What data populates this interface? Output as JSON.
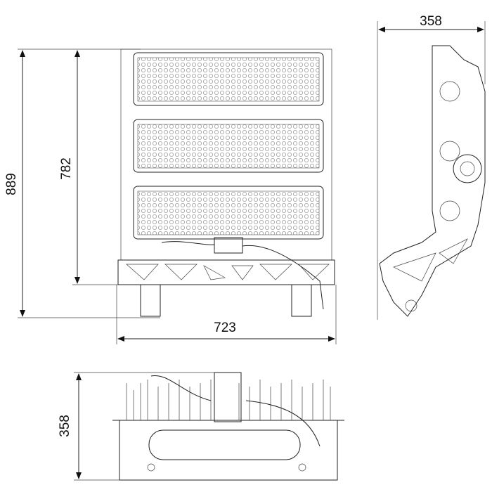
{
  "dimensions": {
    "side_depth": "358",
    "total_height": "889",
    "frame_height": "782",
    "width": "723",
    "bottom_depth": "358"
  },
  "colors": {
    "line": "#222222",
    "background": "#ffffff"
  }
}
